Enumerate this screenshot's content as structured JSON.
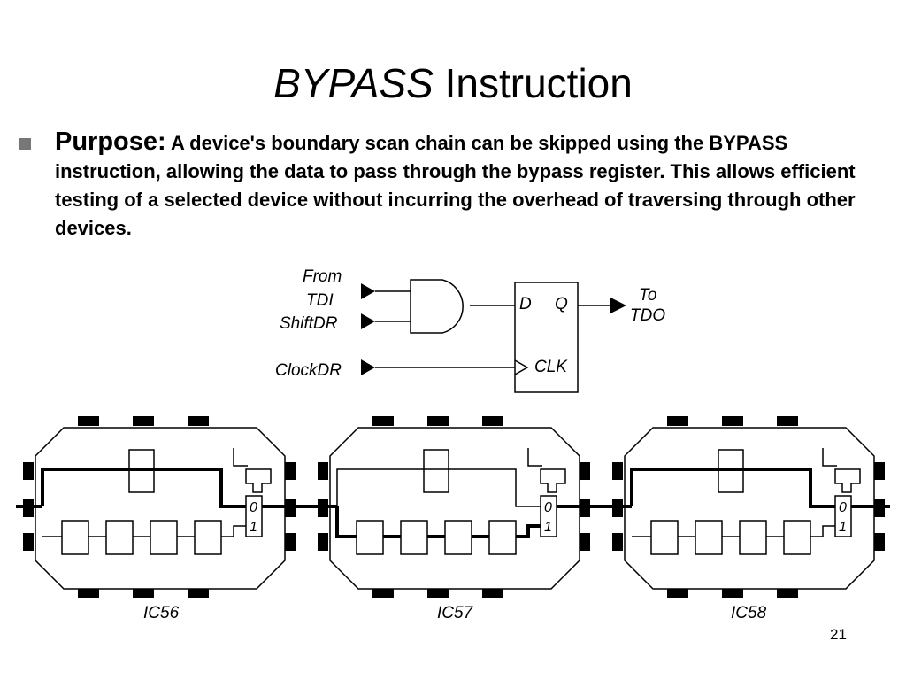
{
  "title": {
    "italic": "BYPASS",
    "rest": "Instruction"
  },
  "bullet": {
    "lead": "Purpose:",
    "text": "A device's boundary scan chain can be skipped using the BYPASS instruction, allowing the data to pass through the bypass register. This allows efficient testing of a selected device without incurring the overhead of traversing through other devices."
  },
  "circuit": {
    "from": "From",
    "tdi": "TDI",
    "shiftdr": "ShiftDR",
    "clockdr": "ClockDR",
    "d": "D",
    "q": "Q",
    "clk": "CLK",
    "to": "To",
    "tdo": "TDO"
  },
  "chips": [
    {
      "label": "IC56",
      "mux0": "0",
      "mux1": "1"
    },
    {
      "label": "IC57",
      "mux0": "0",
      "mux1": "1"
    },
    {
      "label": "IC58",
      "mux0": "0",
      "mux1": "1"
    }
  ],
  "page_number": "21"
}
